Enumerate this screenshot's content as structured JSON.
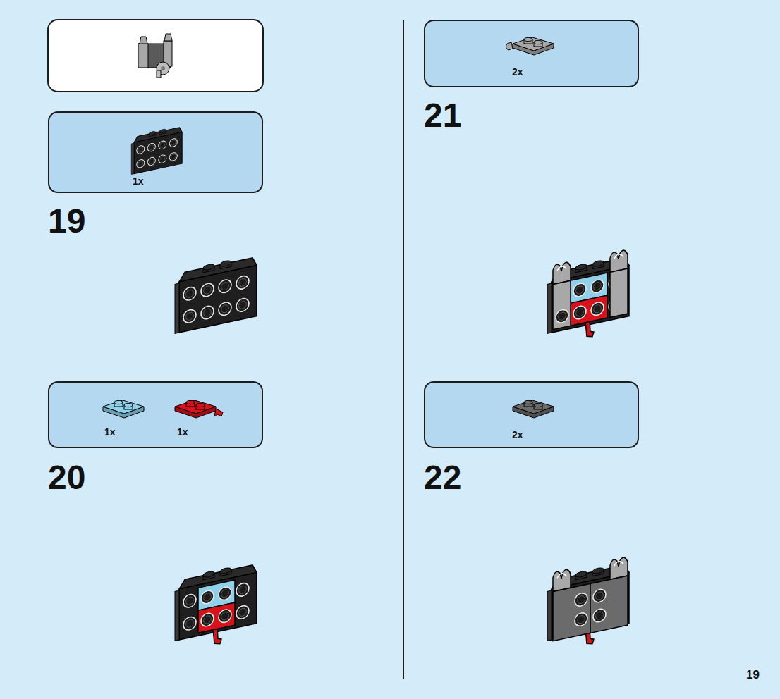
{
  "diagram": {
    "nodes": [
      {
        "text": [
          "1x"
        ]
      },
      {
        "text": [
          "1x",
          "1x"
        ]
      },
      {
        "text": [
          "2x"
        ]
      },
      {
        "text": [
          "2x"
        ]
      }
    ],
    "labels": [
      "19",
      "20",
      "21",
      "22",
      "19"
    ]
  }
}
